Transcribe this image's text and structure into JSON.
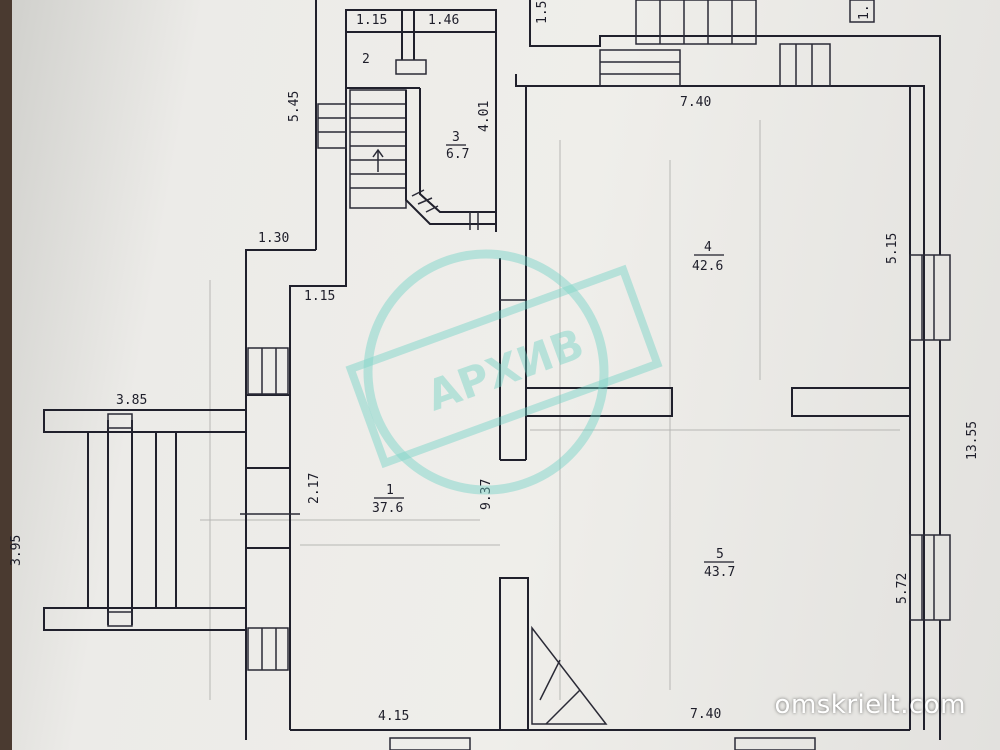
{
  "rooms": [
    {
      "id": "1",
      "number": "1",
      "area": "37.6"
    },
    {
      "id": "2",
      "number": "2",
      "area": ""
    },
    {
      "id": "3",
      "number": "3",
      "area": "6.7"
    },
    {
      "id": "4",
      "number": "4",
      "area": "42.6"
    },
    {
      "id": "5",
      "number": "5",
      "area": "43.7"
    }
  ],
  "dimensions": {
    "d_1_15_top": "1.15",
    "d_1_46": "1.46",
    "d_5_45": "5.45",
    "d_4_01": "4.01",
    "d_7_40_top": "7.40",
    "d_1_30": "1.30",
    "d_5_15": "5.15",
    "d_1_15_mid": "1.15",
    "d_3_85": "3.85",
    "d_13_55": "13.55",
    "d_3_95": "3.95",
    "d_2_17": "2.17",
    "d_9_37": "9.37",
    "d_5_72": "5.72",
    "d_4_15": "4.15",
    "d_7_40_bottom": "7.40",
    "d_1_5_cut": "1.5",
    "d_1_cut": "1."
  },
  "watermark": {
    "text": "АРХИВ",
    "color": "#6fd1c4"
  },
  "site": {
    "url": "omskrielt.com"
  },
  "colors": {
    "ink": "#20202c",
    "paper": "#efeeea"
  }
}
